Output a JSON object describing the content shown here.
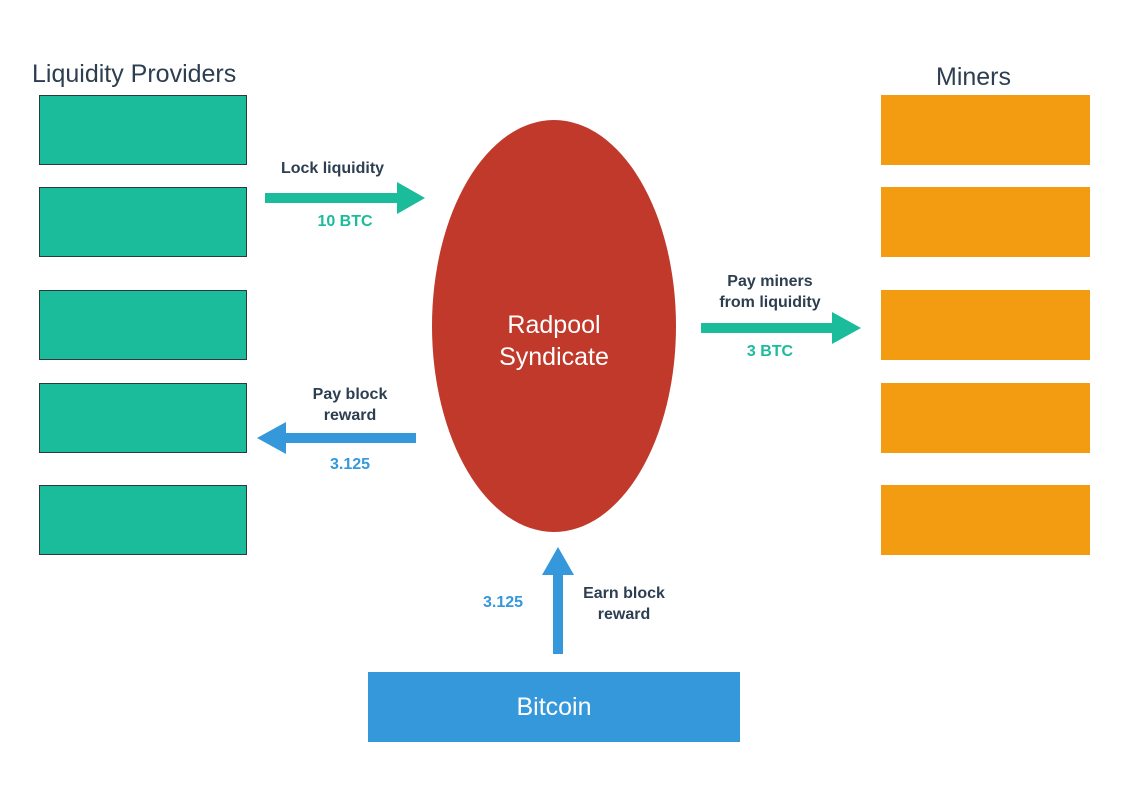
{
  "liquidity_providers": {
    "title": "Liquidity Providers",
    "count": 5,
    "color": "#1abc9c"
  },
  "miners": {
    "title": "Miners",
    "count": 5,
    "color": "#f39c12"
  },
  "syndicate": {
    "line1": "Radpool",
    "line2": "Syndicate",
    "color": "#c0392b"
  },
  "bitcoin": {
    "label": "Bitcoin",
    "color": "#3498db"
  },
  "flows": {
    "lock": {
      "label": "Lock liquidity",
      "amount": "10 BTC",
      "color": "#1abc9c"
    },
    "pay_miners": {
      "line1": "Pay miners",
      "line2": "from liquidity",
      "amount": "3 BTC",
      "color": "#1abc9c"
    },
    "pay_reward": {
      "line1": "Pay block",
      "line2": "reward",
      "amount": "3.125",
      "color": "#3498db"
    },
    "earn_reward": {
      "line1": "Earn block",
      "line2": "reward",
      "amount": "3.125",
      "color": "#3498db"
    }
  }
}
